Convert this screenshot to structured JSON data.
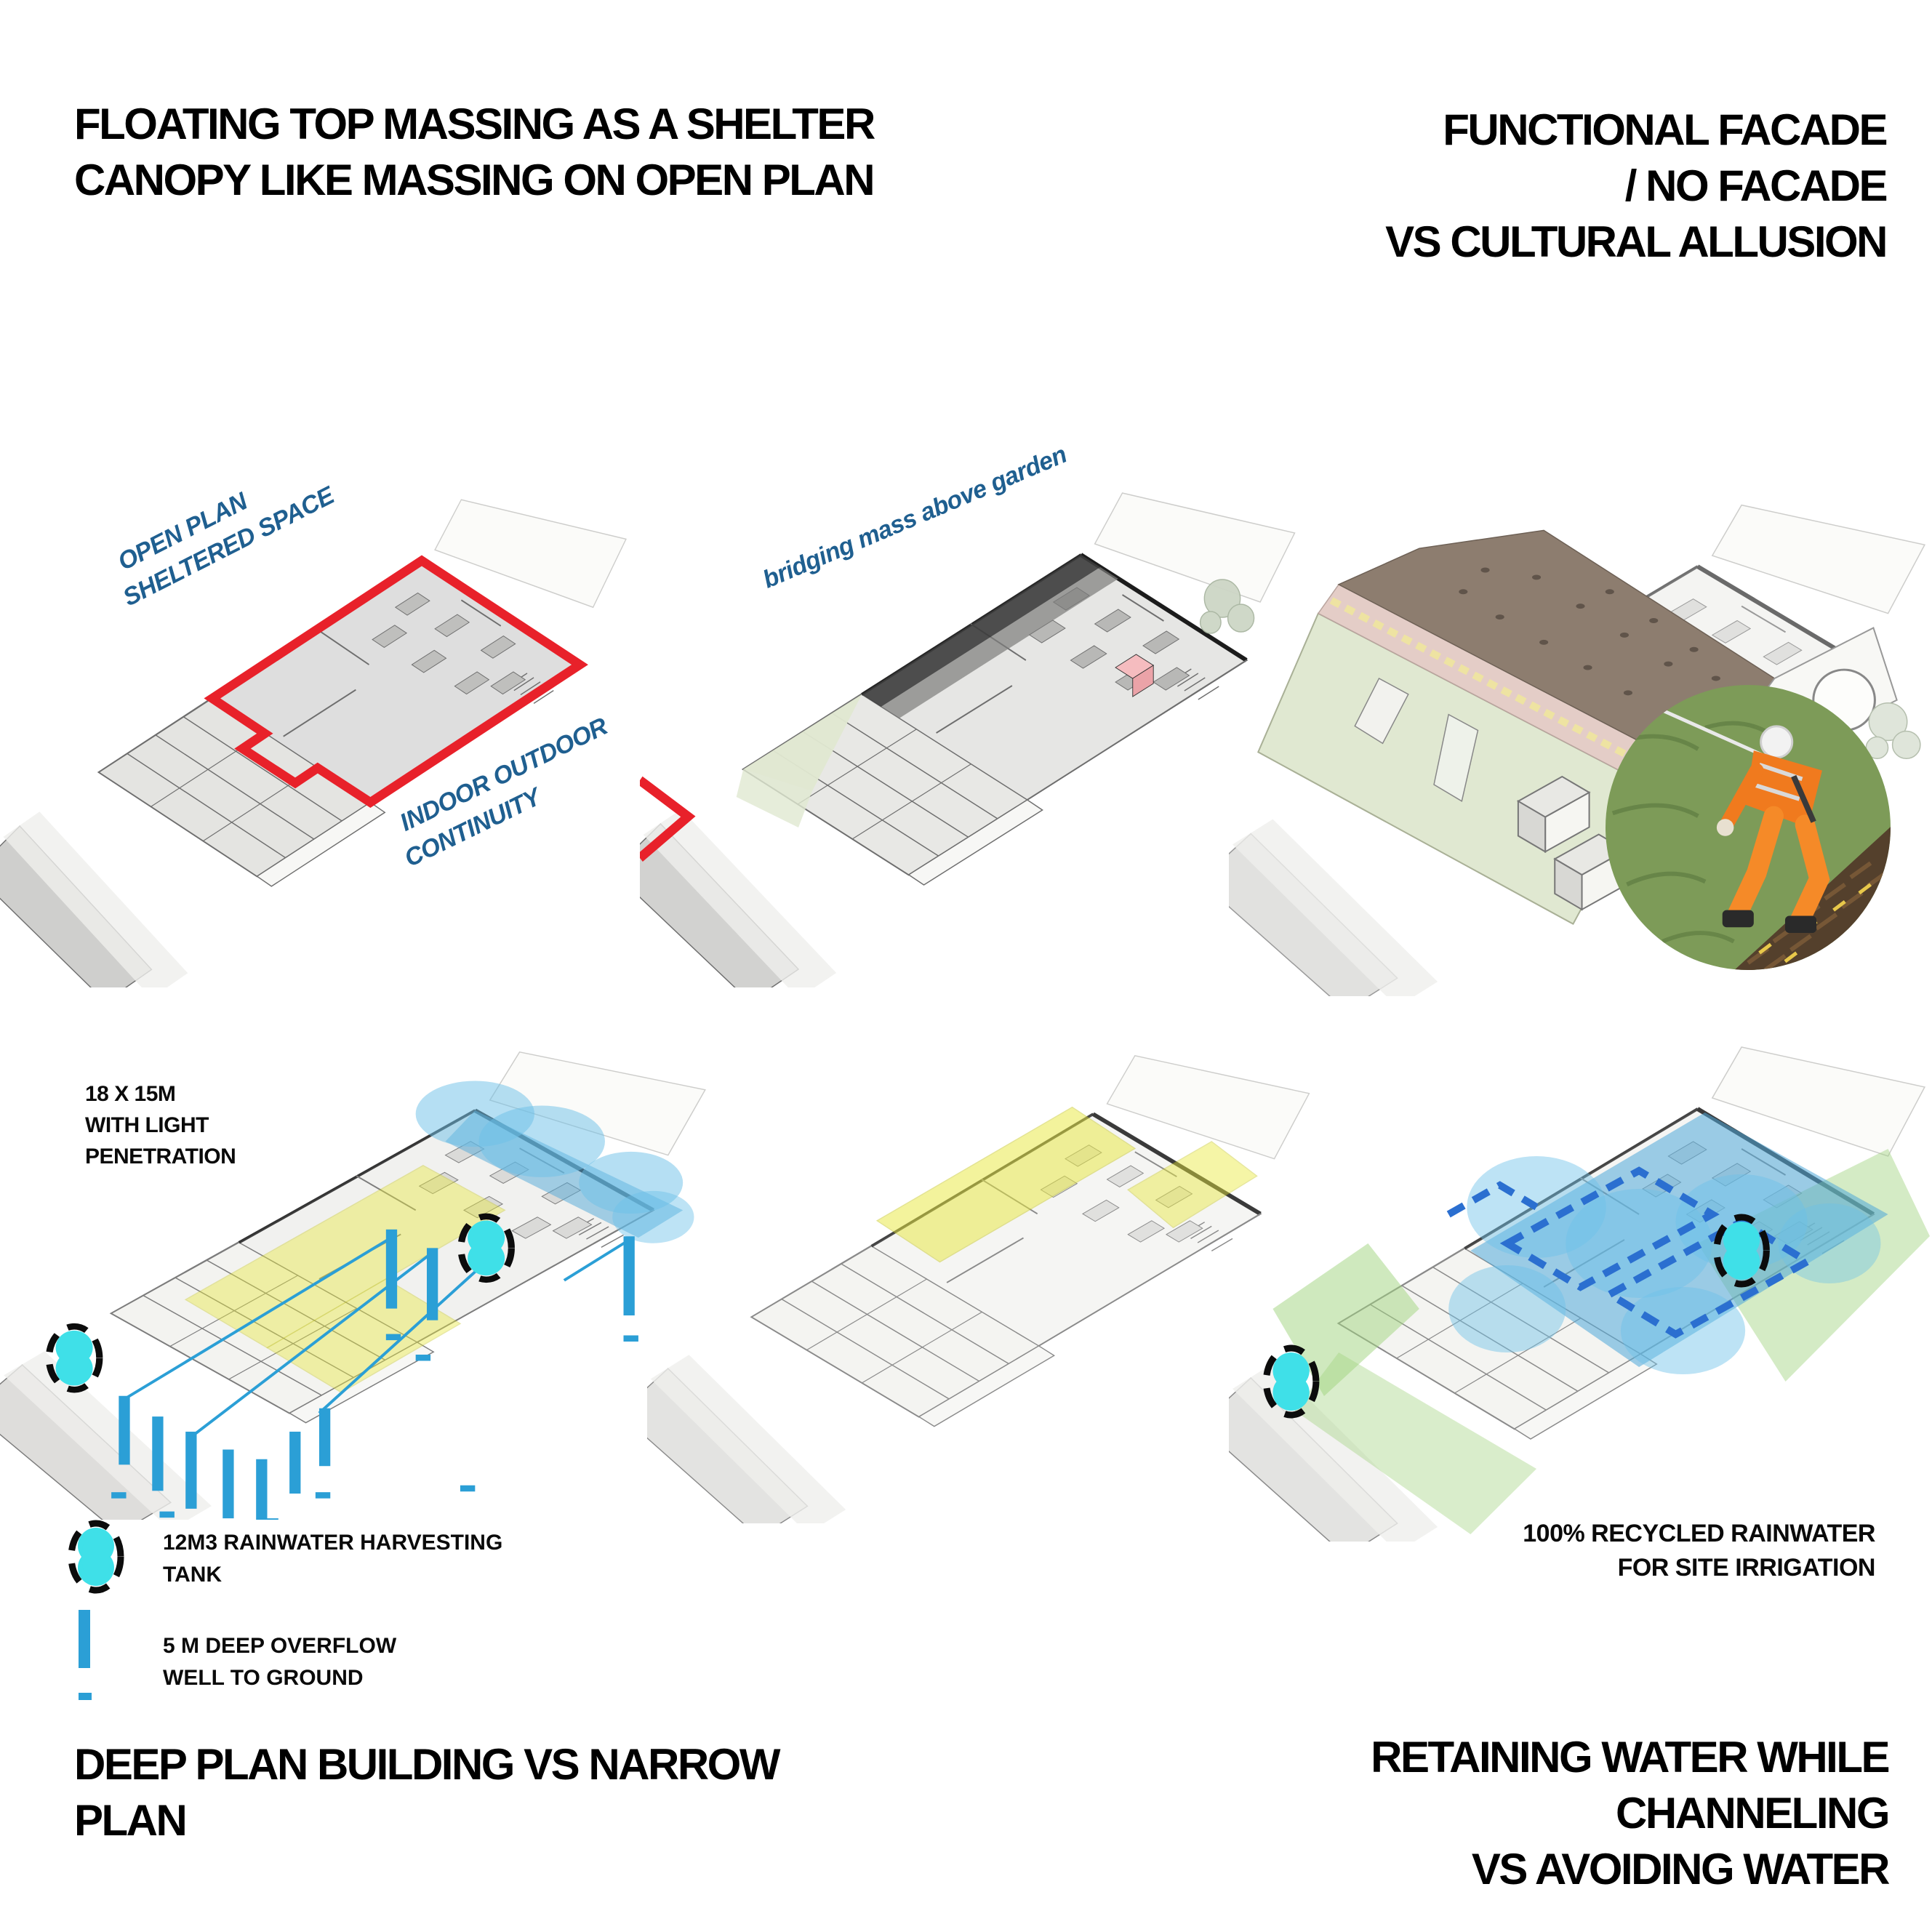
{
  "titles": {
    "top_left": {
      "lines": [
        "FLOATING TOP MASSING AS A SHELTER",
        "CANOPY LIKE MASSING ON OPEN PLAN"
      ]
    },
    "top_right": {
      "lines": [
        "FUNCTIONAL FACADE",
        "/ NO FACADE",
        "VS CULTURAL ALLUSION"
      ]
    },
    "bottom_left": {
      "lines": [
        "DEEP PLAN BUILDING VS NARROW",
        "PLAN"
      ]
    },
    "bottom_right": {
      "lines": [
        "RETAINING WATER WHILE",
        "CHANNELING",
        "VS AVOIDING WATER"
      ]
    }
  },
  "annotations": {
    "open_plan": {
      "lines": [
        "OPEN PLAN",
        "SHELTERED SPACE"
      ]
    },
    "indoor_outdoor": {
      "lines": [
        "INDOOR OUTDOOR",
        "CONTINUITY"
      ]
    },
    "bridging": {
      "text": "bridging mass above garden"
    },
    "light_note": {
      "lines": [
        "18 X 15M",
        "WITH LIGHT",
        "PENETRATION"
      ]
    },
    "irrigation_note": {
      "lines": [
        "100%  RECYCLED RAINWATER",
        "FOR SITE IRRIGATION"
      ]
    }
  },
  "legend": {
    "items": [
      {
        "icon": "rainwater-tank-icon",
        "lines": [
          "12M3 RAINWATER HARVESTING",
          "TANK"
        ]
      },
      {
        "icon": "overflow-well-icon",
        "lines": [
          "5 M DEEP OVERFLOW",
          "WELL TO GROUND"
        ]
      }
    ]
  },
  "panels": {
    "floating_top_massing": "axonometric cutaway with red outline around open plan sheltered space",
    "bridging_mass": "axonometric cutaway with dark bridging mass above garden",
    "cultural_facade": "exterior axonometric with green facade, pink ridge and photo of geocell installation",
    "deep_plan": "axonometric with yellow light-penetration plane, blue rainwater bars and cyan tanks",
    "narrow_plan": "light axonometric with yellow highlighted narrow plan zones",
    "retaining_water": "axonometric with blue water overlay, dashed collection loops, green irrigation zones and cyan tanks"
  },
  "colors": {
    "red_outline": "#E8212A",
    "label_blue": "#1F5F90",
    "bar_blue": "#2B9FD6",
    "tank_cyan": "#3FE0E8",
    "highlight_yellow": "#E9E93C",
    "water_blue": "#4FA8D8",
    "water_soft": "#6CC0E8",
    "dash_blue": "#2B6FD0",
    "site_green": "#9FD37E",
    "facade_green": "#E0E8D1",
    "ridge_pink": "#E4CDC7",
    "roof_brown": "#8D7D6F",
    "hivis_orange": "#F07A1E"
  }
}
